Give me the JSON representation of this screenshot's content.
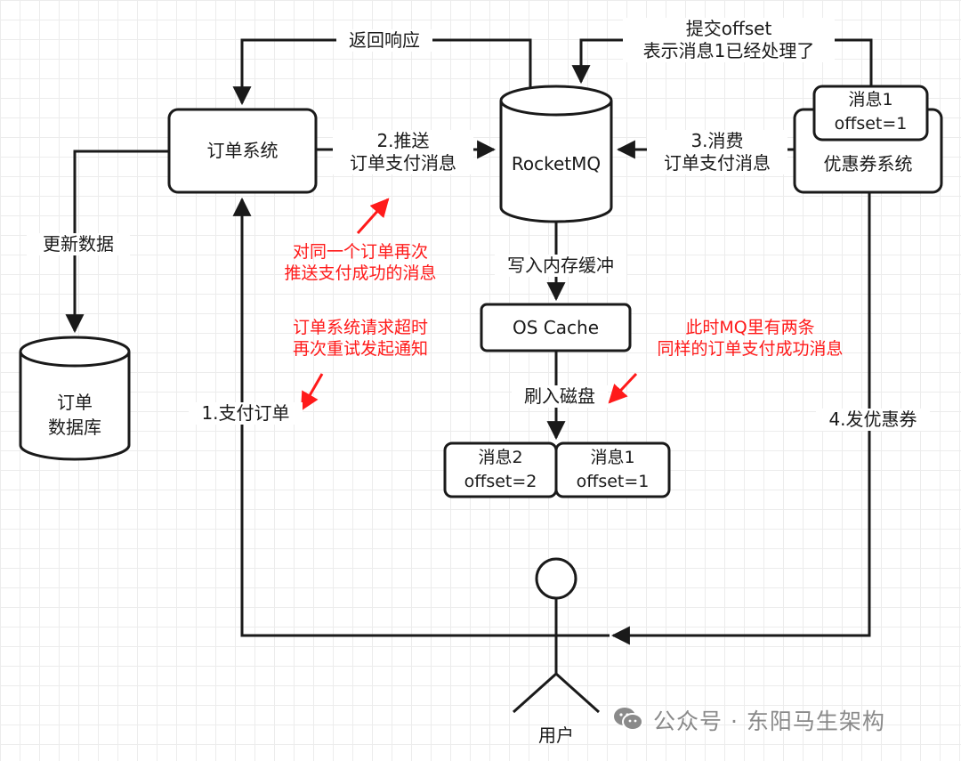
{
  "nodes": {
    "order_system": "订单系统",
    "rocketmq": "RocketMQ",
    "coupon_system": "优惠券系统",
    "os_cache": "OS Cache",
    "order_db": "订单\n数据库",
    "user": "用户"
  },
  "messages": {
    "consumer_msg": {
      "name": "消息1",
      "offset": "offset=1"
    },
    "disk_msg2": {
      "name": "消息2",
      "offset": "offset=2"
    },
    "disk_msg1": {
      "name": "消息1",
      "offset": "offset=1"
    }
  },
  "edges": {
    "return_response": "返回响应",
    "commit_offset": "提交offset\n表示消息1已经处理了",
    "push_payment": "2.推送\n订单支付消息",
    "consume_payment": "3.消费\n订单支付消息",
    "update_data": "更新数据",
    "write_memory": "写入内存缓冲",
    "flush_disk": "刷入磁盘",
    "pay_order": "1.支付订单",
    "issue_coupon": "4.发优惠券"
  },
  "annotations": {
    "resend": "对同一个订单再次\n推送支付成功的消息",
    "timeout_retry": "订单系统请求超时\n再次重试发起通知",
    "duplicate_in_mq": "此时MQ里有两条\n同样的订单支付成功消息"
  },
  "watermark": "公众号 · 东阳马生架构",
  "colors": {
    "stroke": "#1a1a1a",
    "annotation": "#ff1a1a",
    "watermark": "#8a8a8a"
  }
}
